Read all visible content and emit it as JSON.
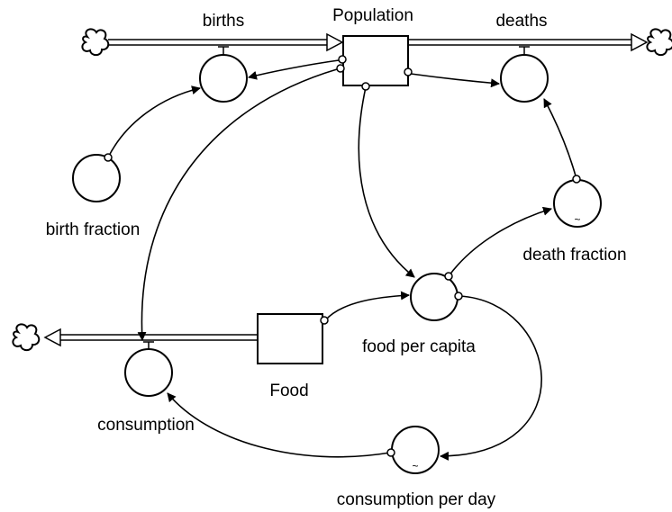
{
  "diagram": {
    "stocks": {
      "population": "Population",
      "food": "Food"
    },
    "flows": {
      "births": "births",
      "deaths": "deaths",
      "consumption": "consumption"
    },
    "auxiliaries": {
      "birth_fraction": "birth fraction",
      "death_fraction": "death fraction",
      "food_per_capita": "food per capita",
      "consumption_per_day": "consumption per day"
    },
    "graphical_function_marker": "~",
    "icons": [
      "cloud-source-icon",
      "cloud-sink-icon",
      "valve-icon",
      "flow-arrow-icon"
    ]
  }
}
